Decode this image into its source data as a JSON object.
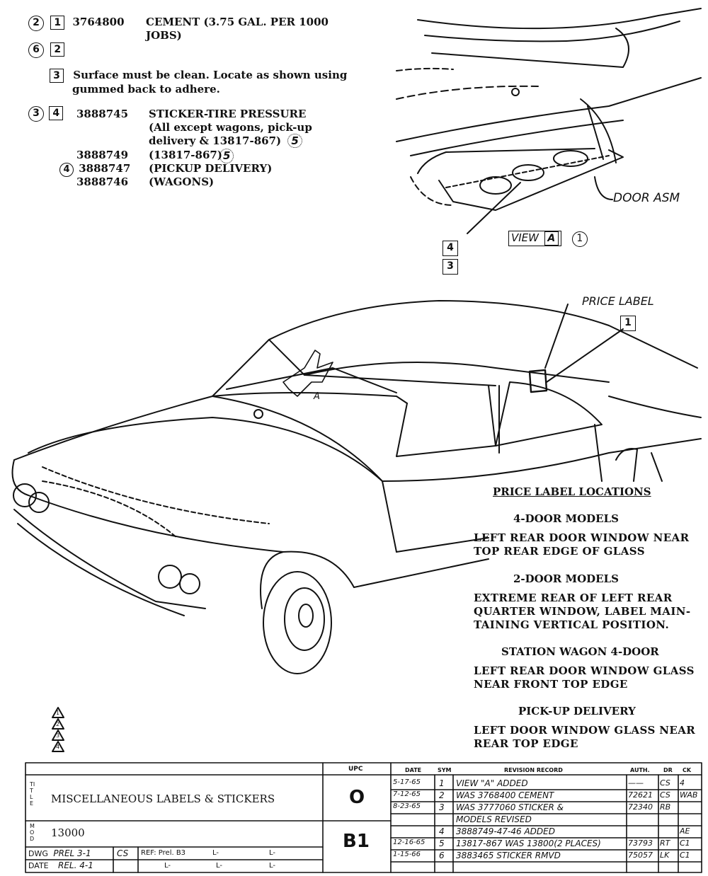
{
  "parts": {
    "item1": {
      "callout": "2",
      "box": "1",
      "number": "3764800",
      "desc1": "CEMENT (3.75 GAL. PER 1000",
      "desc2": "JOBS)"
    },
    "item2": {
      "callout": "6",
      "box": "2"
    },
    "item3": {
      "box": "3",
      "note1": "Surface must be clean.  Locate as shown using",
      "note2": "gummed back to adhere."
    },
    "item4": {
      "callout": "3",
      "box": "4",
      "number": "3888745",
      "desc1": "STICKER-TIRE PRESSURE",
      "desc2": "(All except wagons, pick-up",
      "desc3": "delivery & 13817-867)",
      "desc3_mark": "5"
    },
    "item5": {
      "number": "3888749",
      "desc": "(13817-867)",
      "mark": "5"
    },
    "item6": {
      "callout": "4",
      "number": "3888747",
      "desc": "(PICKUP DELIVERY)"
    },
    "item7": {
      "number": "3888746",
      "desc": "(WAGONS)"
    }
  },
  "view": {
    "door_label": "DOOR ASM",
    "view_label": "VIEW",
    "view_box": "A",
    "view_callout": "1",
    "box4": "4",
    "box3": "3"
  },
  "car": {
    "price_label": "PRICE LABEL",
    "price_box": "1",
    "arrow_label": "A"
  },
  "locations": {
    "heading": "PRICE LABEL LOCATIONS",
    "four_door_h": "4-DOOR MODELS",
    "four_door_1": "LEFT REAR DOOR WINDOW NEAR",
    "four_door_2": "TOP REAR EDGE OF GLASS",
    "two_door_h": "2-DOOR MODELS",
    "two_door_1": "EXTREME REAR OF LEFT REAR",
    "two_door_2": "QUARTER WINDOW, LABEL MAIN-",
    "two_door_3": "TAINING VERTICAL POSITION.",
    "wagon_h": "STATION WAGON 4-DOOR",
    "wagon_1": "LEFT REAR DOOR WINDOW GLASS",
    "wagon_2": "NEAR FRONT TOP EDGE",
    "pickup_h": "PICK-UP DELIVERY",
    "pickup_1": "LEFT DOOR WINDOW GLASS NEAR",
    "pickup_2": "REAR TOP EDGE"
  },
  "deltas": [
    "1",
    "2",
    "3",
    "4"
  ],
  "title_block": {
    "upc_label": "UPC",
    "date_label": "DATE",
    "sym_label": "SYM",
    "revision_label": "REVISION RECORD",
    "auth_label": "AUTH.",
    "dr_label": "DR",
    "ck_label": "CK",
    "title_side": "TITLE",
    "title": "MISCELLANEOUS LABELS & STICKERS",
    "mod_side": "MOD",
    "mod": "13000",
    "upc": "O",
    "group": "B1",
    "dwg_label": "DWG",
    "dwg_value": "PREL 3-1",
    "dwg_cs": "CS",
    "ref": "REF: Prel. B3",
    "l1": "L-",
    "l2": "L-",
    "l3": "L-",
    "l4": "L-",
    "l5": "L-",
    "date_label2": "DATE",
    "rel": "REL. 4-1",
    "revisions": [
      {
        "date": "5-17-65",
        "sym": "1",
        "text": "VIEW \"A\" ADDED",
        "auth": "——",
        "dr": "CS",
        "ck": "4"
      },
      {
        "date": "7-12-65",
        "sym": "2",
        "text": "WAS 3768400 CEMENT",
        "auth": "72621",
        "dr": "CS",
        "ck": "WAB"
      },
      {
        "date": "8-23-65",
        "sym": "3",
        "text": "WAS 3777060 STICKER &",
        "auth": "72340",
        "dr": "RB",
        "ck": ""
      },
      {
        "date": "",
        "sym": "",
        "text": "MODELS REVISED",
        "auth": "",
        "dr": "",
        "ck": ""
      },
      {
        "date": "",
        "sym": "4",
        "text": "3888749-47-46 ADDED",
        "auth": "",
        "dr": "",
        "ck": "AE"
      },
      {
        "date": "12-16-65",
        "sym": "5",
        "text": "13817-867 WAS 13800(2 PLACES)",
        "auth": "73793",
        "dr": "RT",
        "ck": "C1"
      },
      {
        "date": "1-15-66",
        "sym": "6",
        "text": "3883465 STICKER RMVD",
        "auth": "75057",
        "dr": "LK",
        "ck": "C1"
      }
    ]
  }
}
